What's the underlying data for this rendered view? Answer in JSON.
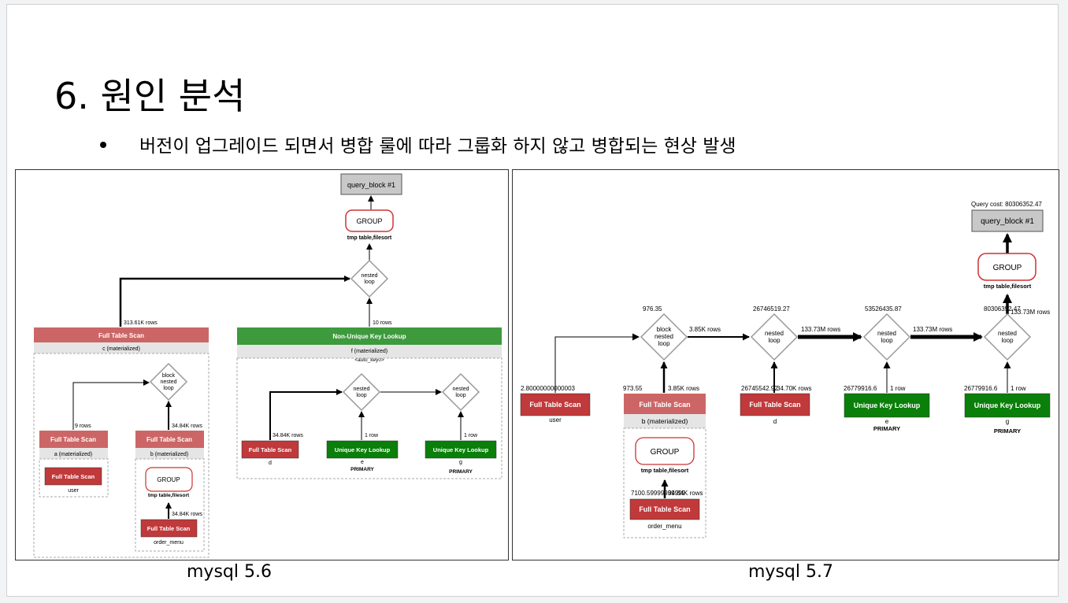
{
  "slide": {
    "title": "6. 원인 분석",
    "bullet": "버전이 업그레이드 되면서 병합 룰에 따라 그룹화 하지 않고 병합되는 현상 발생"
  },
  "left": {
    "caption": "mysql 5.6",
    "query_block": "query_block #1",
    "group": "GROUP",
    "group_note": "tmp table,filesort",
    "nested_loop": "nested loop",
    "block_nested_loop": "block nested loop",
    "full_table_scan": "Full Table Scan",
    "non_unique": "Non-Unique Key Lookup",
    "unique": "Unique Key Lookup",
    "c_mat": "c (materialized)",
    "f_mat": "f (materialized)",
    "auto_key": "<auto_key0>",
    "a_mat": "a (materialized)",
    "b_mat": "b (materialized)",
    "user": "user",
    "order_menu": "order_menu",
    "d": "d",
    "e": "e",
    "g": "g",
    "primary": "PRIMARY",
    "rows_313": "313.61K rows",
    "rows_10": "10 rows",
    "rows_9": "9 rows",
    "rows_3484": "34.84K rows",
    "rows_1": "1 row"
  },
  "right": {
    "caption": "mysql 5.7",
    "query_cost": "Query cost: 80306352.47",
    "query_block": "query_block #1",
    "group": "GROUP",
    "group_note": "tmp table,filesort",
    "nested_loop": "nested loop",
    "block_nested_loop": "block nested loop",
    "full_table_scan": "Full Table Scan",
    "unique": "Unique Key Lookup",
    "b_mat": "b (materialized)",
    "user": "user",
    "order_menu": "order_menu",
    "d": "d",
    "e": "e",
    "g": "g",
    "primary": "PRIMARY",
    "cost_bnl": "976.35",
    "cost_nl1": "26746519.27",
    "cost_nl2": "53526435.87",
    "cost_nl3": "80306352.47",
    "cost_user": "2.80000000000003",
    "cost_b": "973.55",
    "cost_d": "26745542.92",
    "cost_e": "26779916.6",
    "cost_g": "26779916.6",
    "cost_om": "7100.59999999999",
    "rows_385": "3.85K rows",
    "rows_13373": "133.73M rows",
    "rows_3470": "34.70K rows",
    "rows_1": "1 row",
    "rows_om": "34.84K rows"
  },
  "colors": {
    "red_light": "#cc6666",
    "red_dark": "#c0393b",
    "green_light": "#3d9a3d",
    "green_dark": "#0a7f0a",
    "group_border": "#cc3333",
    "query_block_fill": "#c8c8c8"
  }
}
